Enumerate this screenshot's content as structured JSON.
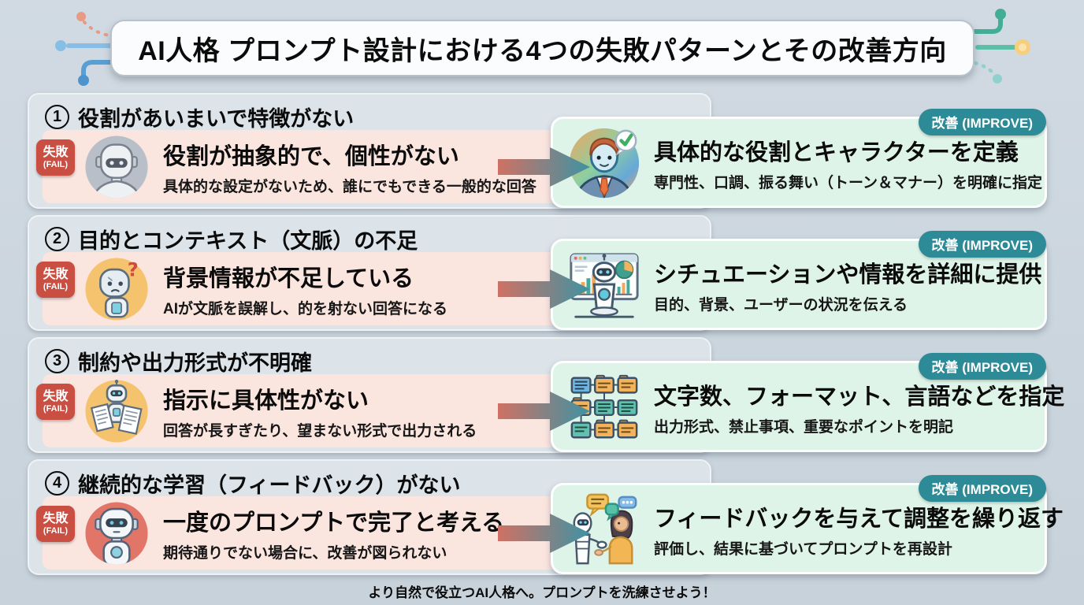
{
  "title": "AI人格 プロンプト設計における4つの失敗パターンとその改善方向",
  "fail_badge": {
    "line1": "失敗",
    "line2": "(FAIL)"
  },
  "improve_badge_label": "改善 (IMPROVE)",
  "rows": [
    {
      "number": "1",
      "heading": "役割があいまいで特徴がない",
      "fail": {
        "icon": "generic-robot",
        "title": "役割が抽象的で、個性がない",
        "subtitle": "具体的な設定がないため、誰にでもできる一般的な回答"
      },
      "improve": {
        "icon": "defined-persona",
        "title": "具体的な役割とキャラクターを定義",
        "subtitle": "専門性、口調、振る舞い（トーン＆マナー）を明確に指定"
      }
    },
    {
      "number": "2",
      "heading": "目的とコンテキスト（文脈）の不足",
      "fail": {
        "icon": "confused-robot",
        "title": "背景情報が不足している",
        "subtitle": "AIが文脈を誤解し、的を射ない回答になる"
      },
      "improve": {
        "icon": "robot-dashboard",
        "title": "シチュエーションや情報を詳細に提供",
        "subtitle": "目的、背景、ユーザーの状況を伝える"
      }
    },
    {
      "number": "3",
      "heading": "制約や出力形式が不明確",
      "fail": {
        "icon": "robot-papers",
        "title": "指示に具体性がない",
        "subtitle": "回答が長すぎたり、望まない形式で出力される"
      },
      "improve": {
        "icon": "format-grid",
        "title": "文字数、フォーマット、言語などを指定",
        "subtitle": "出力形式、禁止事項、重要なポイントを明記"
      }
    },
    {
      "number": "4",
      "heading": "継続的な学習（フィードバック）がない",
      "fail": {
        "icon": "single-prompt-robot",
        "title": "一度のプロンプトで完了と考える",
        "subtitle": "期待通りでない場合に、改善が図られない"
      },
      "improve": {
        "icon": "feedback-chat",
        "title": "フィードバックを与えて調整を繰り返す",
        "subtitle": "評価し、結果に基づいてプロンプトを再設計"
      }
    }
  ],
  "footer": "より自然で役立つAI人格へ。プロンプトを洗練させよう！",
  "colors": {
    "background": "#cdd6de",
    "fail_badge": "#c94f42",
    "fail_box": "#fbe5df",
    "improve_badge": "#2d8a97",
    "improve_box": "#dff4e9",
    "arrow_from": "#cf7164",
    "arrow_to": "#3e93a3"
  }
}
